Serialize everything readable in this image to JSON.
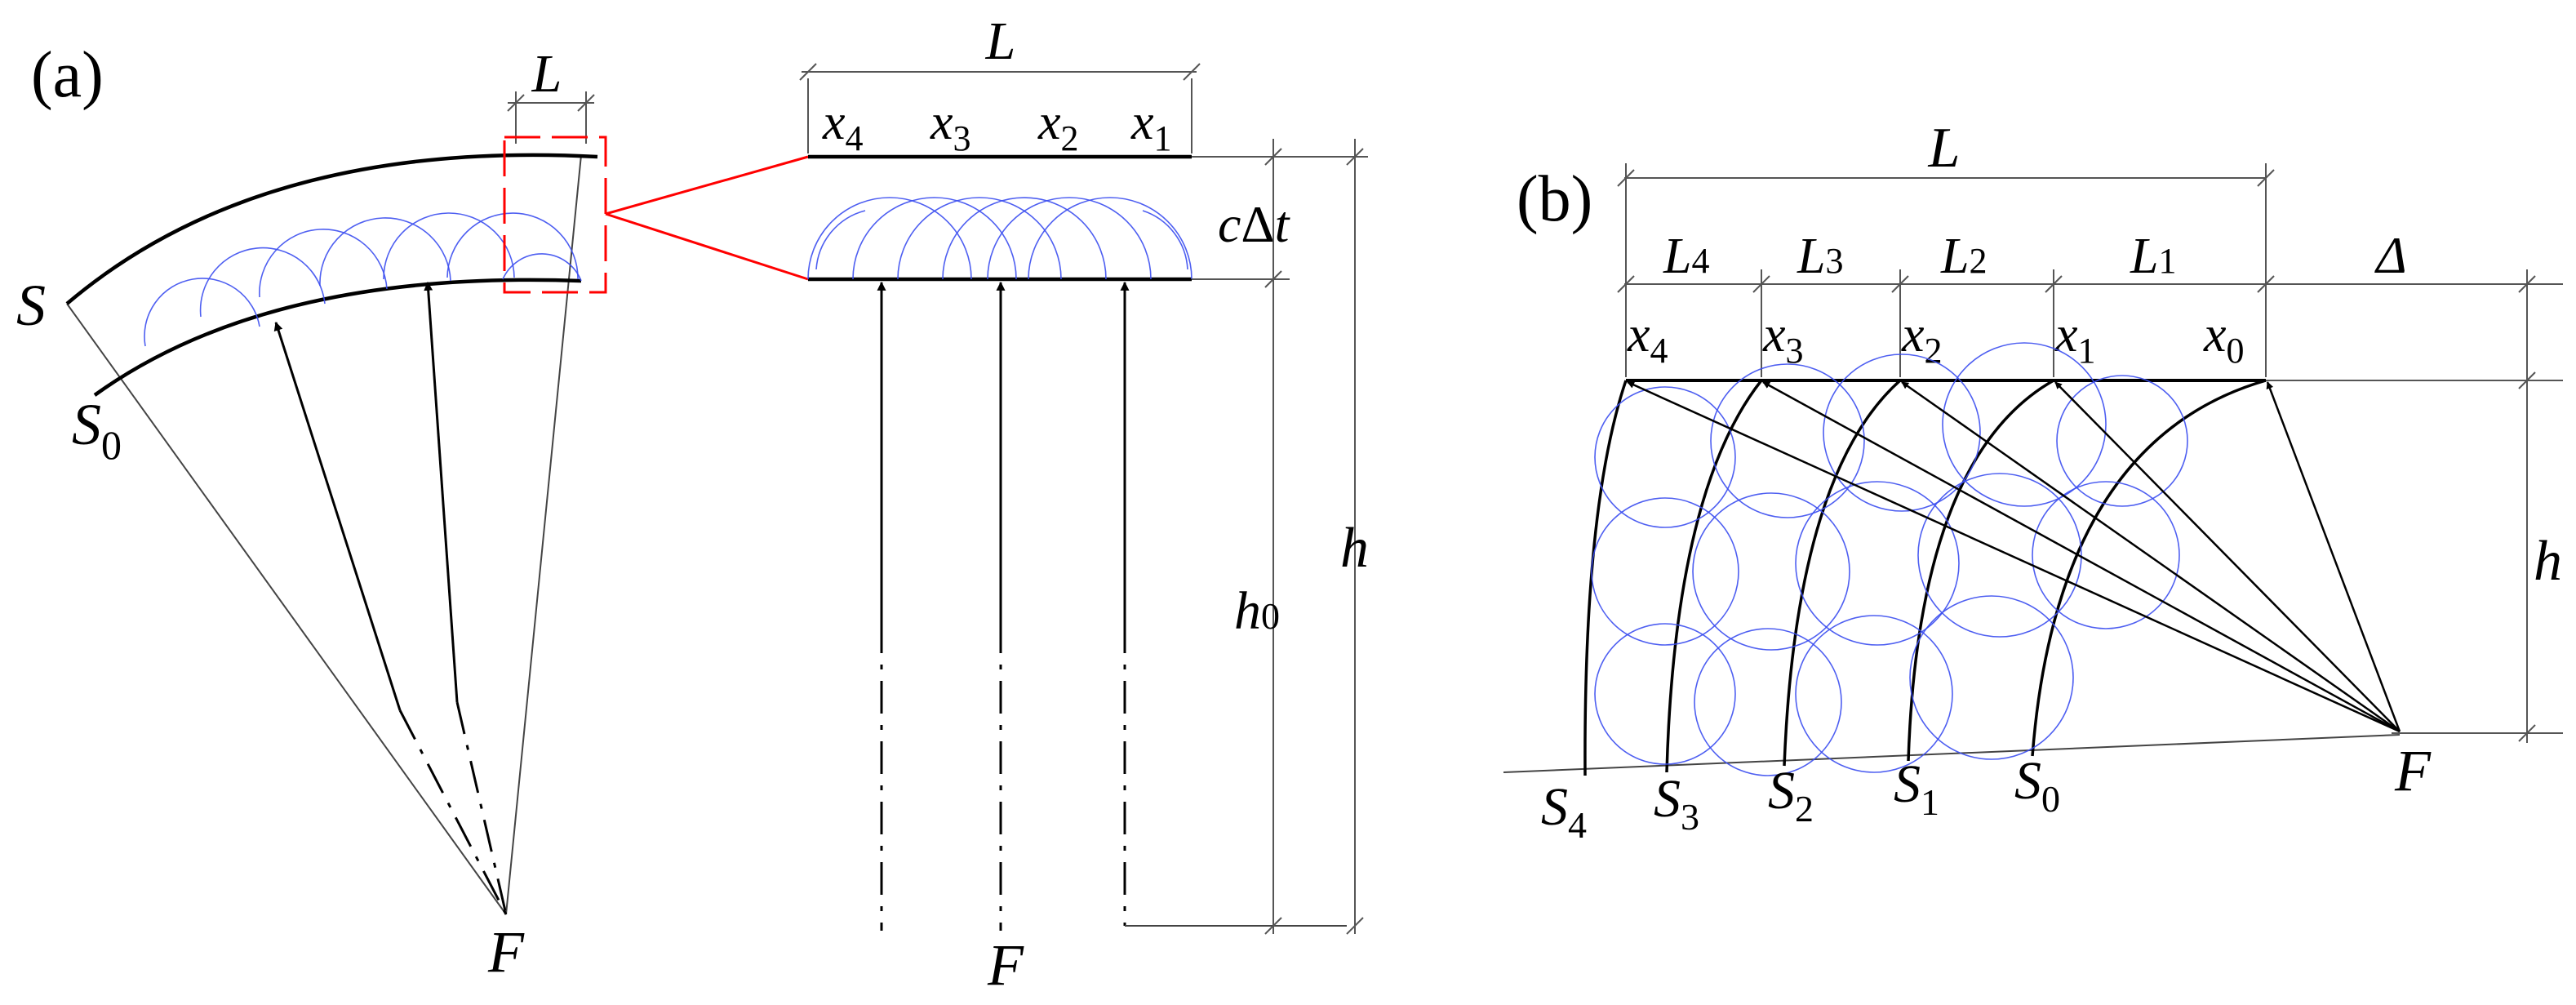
{
  "panel_a": {
    "tag": "(a)",
    "labels": {
      "S": "S",
      "S0_main": "S",
      "S0_sub": "0",
      "F_left": "F",
      "F_right": "F",
      "L_arc": "L",
      "L_top": "L",
      "x4": "x",
      "x4_sub": "4",
      "x3": "x",
      "x3_sub": "3",
      "x2": "x",
      "x2_sub": "2",
      "x1": "x",
      "x1_sub": "1",
      "c": "c",
      "delta": "Δ",
      "t": "t",
      "h": "h",
      "h0_main": "h",
      "h0_sub": "0"
    }
  },
  "panel_b": {
    "tag": "(b)",
    "labels": {
      "L": "L",
      "L4": "L",
      "L4_sub": "4",
      "L3": "L",
      "L3_sub": "3",
      "L2": "L",
      "L2_sub": "2",
      "L1": "L",
      "L1_sub": "1",
      "Delta": "Δ",
      "x4": "x",
      "x4_sub": "4",
      "x3": "x",
      "x3_sub": "3",
      "x2": "x",
      "x2_sub": "2",
      "x1": "x",
      "x1_sub": "1",
      "x0": "x",
      "x0_sub": "0",
      "h": "h",
      "F": "F",
      "S4": "S",
      "S4_sub": "4",
      "S3": "S",
      "S3_sub": "3",
      "S2": "S",
      "S2_sub": "2",
      "S1": "S",
      "S1_sub": "1",
      "S0": "S",
      "S0_sub": "0"
    }
  }
}
